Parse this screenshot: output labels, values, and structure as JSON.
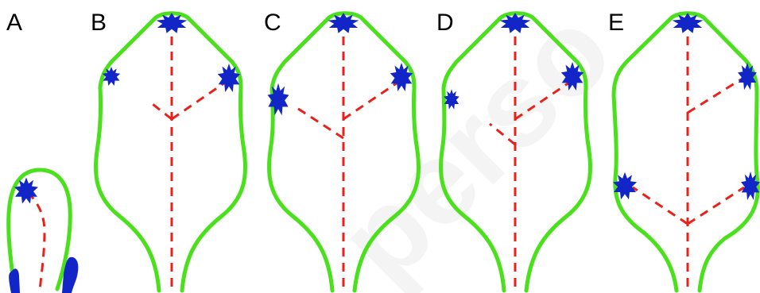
{
  "figure": {
    "panel_labels": [
      "A",
      "B",
      "C",
      "D",
      "E"
    ],
    "watermark": "perso",
    "colors": {
      "outline": "#4ae01c",
      "vein": "#e8211b",
      "hydathode": "#1226c8",
      "watermark": "#ececec"
    }
  }
}
